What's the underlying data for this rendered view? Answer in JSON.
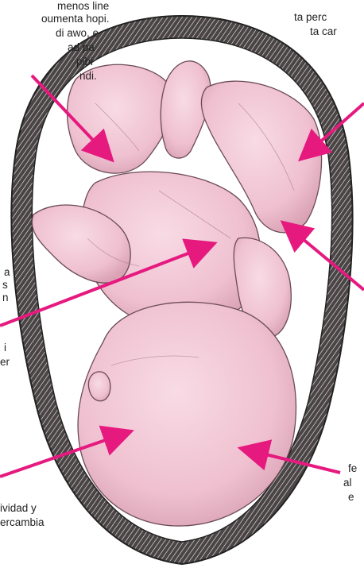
{
  "labels": {
    "top_left": [
      "menos line",
      "oumenta hopi.",
      "di awo, e",
      "ad pa",
      "pibi",
      "ndi."
    ],
    "top_right": [
      "ta perc",
      "ta car"
    ],
    "mid_left": [
      "a",
      "s",
      "n",
      "",
      "i",
      "er"
    ],
    "bottom_left": [
      "ividad y",
      "ercambia"
    ],
    "bottom_right": [
      "fe",
      "al",
      "e"
    ]
  },
  "colors": {
    "skin": "#f3c9d6",
    "skin_shadow": "#d9a3b5",
    "uterus_wall": "#3a3536",
    "uterus_inner": "#ffffff",
    "arrow": "#e6197f"
  }
}
